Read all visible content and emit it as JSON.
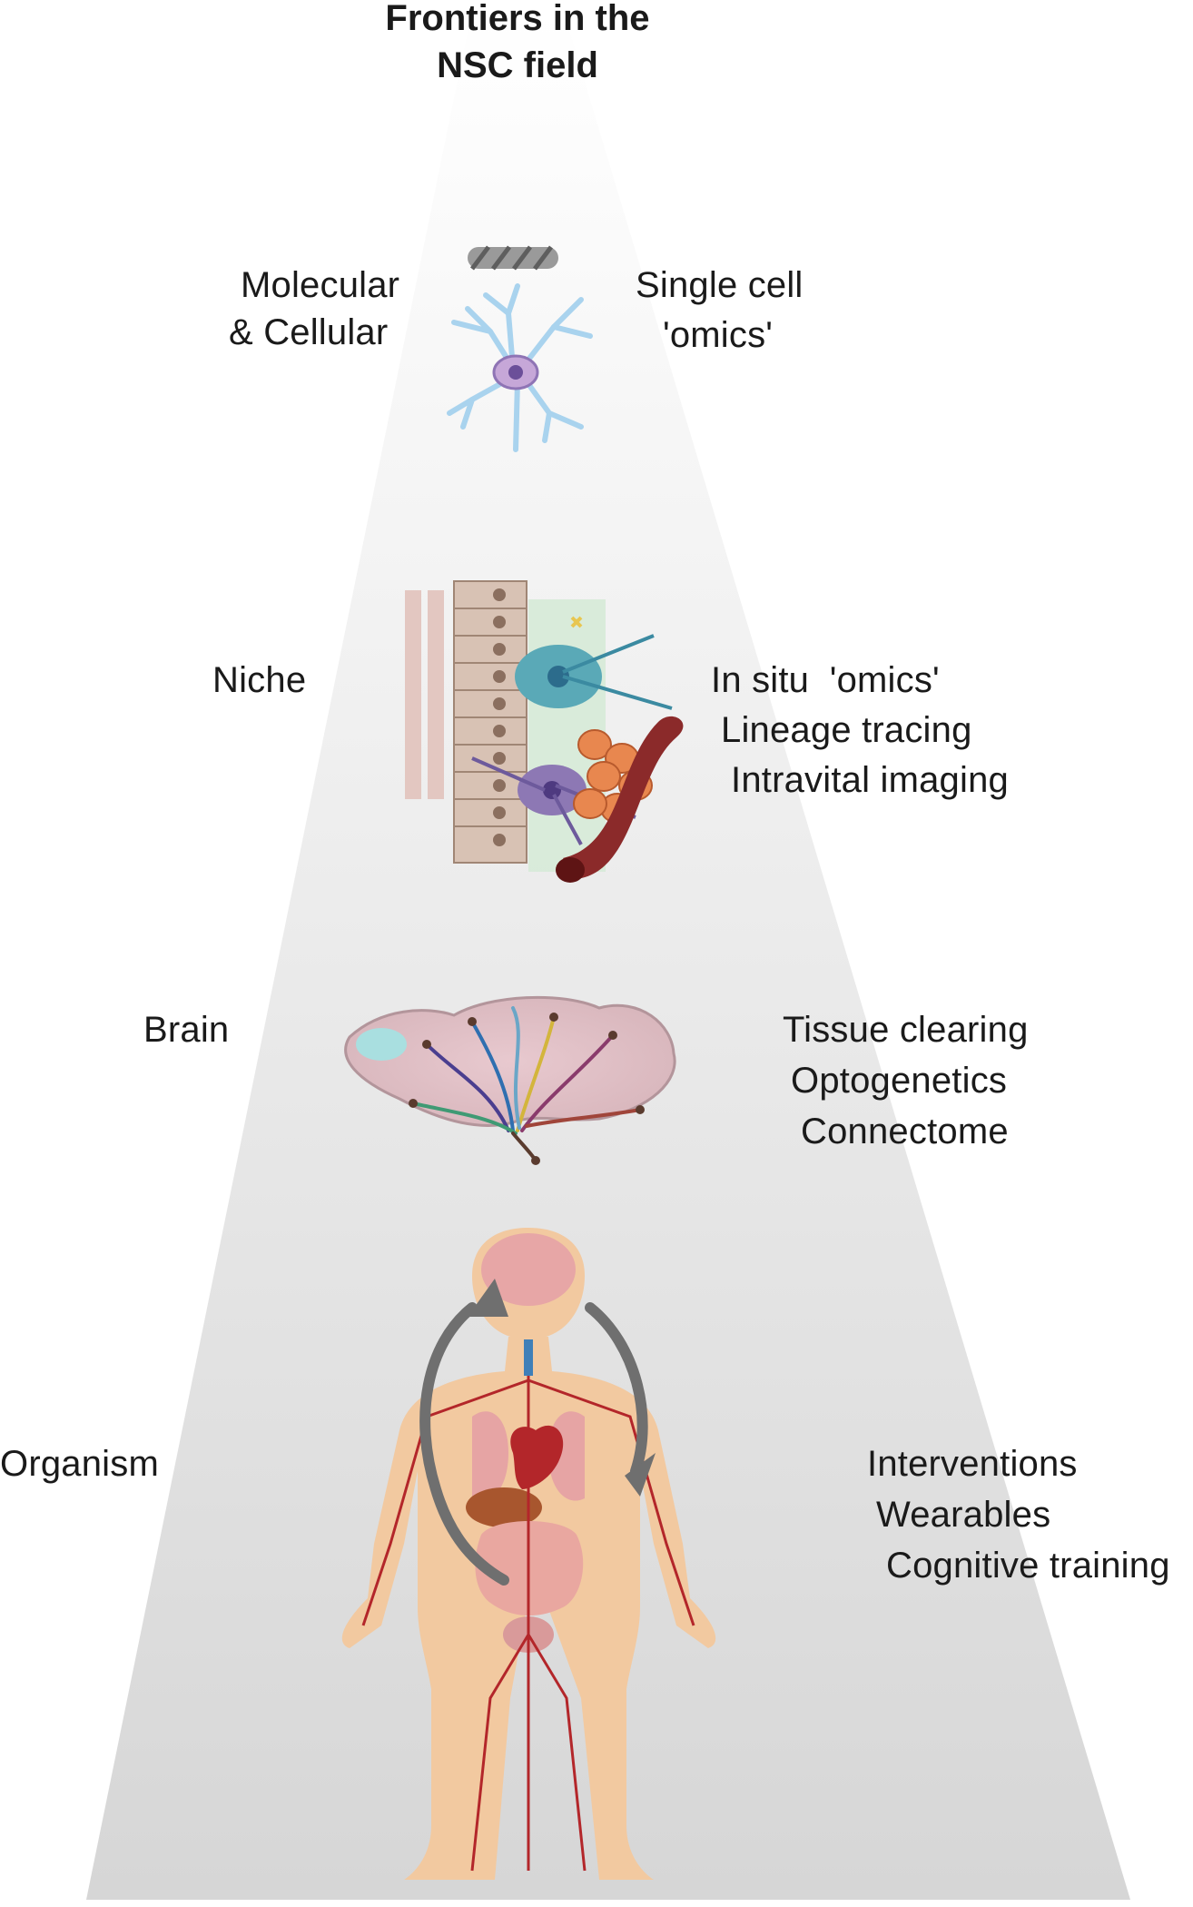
{
  "title": {
    "line1": "Frontiers in the",
    "line2": "NSC field"
  },
  "levels": [
    {
      "name": "Molecular\n& Cellular",
      "left": [
        "Molecular",
        "& Cellular"
      ],
      "right": [
        "Single cell",
        "'omics'"
      ],
      "illustration_icon": "neuron-icon"
    },
    {
      "name": "Niche",
      "left": [
        "Niche"
      ],
      "right": [
        "In situ  'omics'",
        "Lineage tracing",
        "Intravital imaging"
      ],
      "illustration_icon": "stem-cell-niche-icon"
    },
    {
      "name": "Brain",
      "left": [
        "Brain"
      ],
      "right": [
        "Tissue clearing",
        "Optogenetics",
        "Connectome"
      ],
      "illustration_icon": "brain-connectome-icon"
    },
    {
      "name": "Organism",
      "left": [
        "Organism"
      ],
      "right": [
        "Interventions",
        "Wearables",
        "Cognitive training"
      ],
      "illustration_icon": "human-body-icon"
    }
  ],
  "colors": {
    "beam_top": "#ffffff",
    "beam_bottom": "#d9d9d9",
    "neuron": "#a9d3ee",
    "blood_vessel": "#8b2a2a",
    "body_skin": "#f2c9a0",
    "artery": "#b3262a",
    "arrow": "#6f6f6f"
  }
}
